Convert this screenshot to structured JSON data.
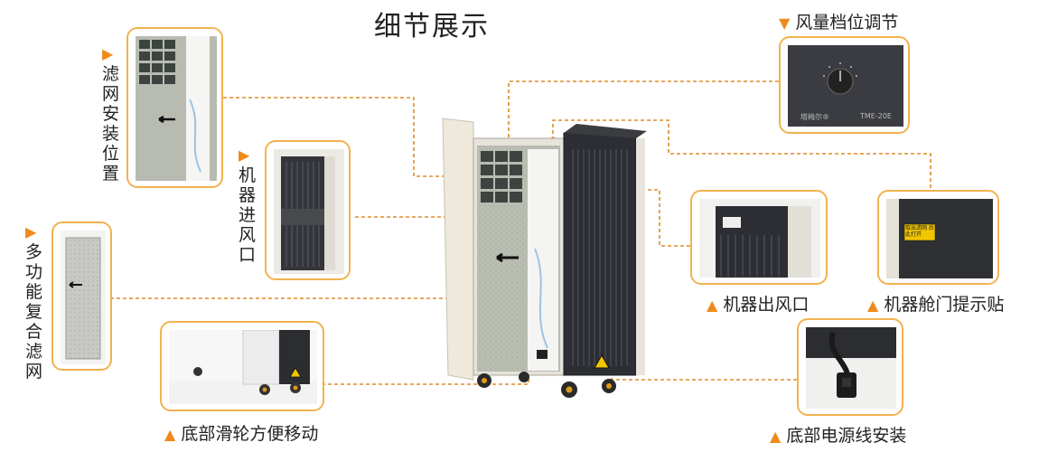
{
  "title": "细节展示",
  "labels": {
    "filter_position": "滤网安装位置",
    "air_inlet": "机器进风口",
    "composite_filter": "多功能复合滤网",
    "wheels": "底部滑轮方便移动",
    "speed_control": "风量档位调节",
    "air_outlet": "机器出风口",
    "door_sticker": "机器舱门提示贴",
    "power_cord": "底部电源线安装"
  },
  "knob_brand": "塔梅尔®",
  "knob_model": "TME-20E",
  "sticker_text": "取出滤网 后此打开",
  "marker_up": "▲",
  "marker_down": "▼",
  "marker_right": "▶",
  "colors": {
    "accent": "#f08a1c",
    "panel_border": "#f2b24f",
    "dash": "#e08a2a"
  }
}
